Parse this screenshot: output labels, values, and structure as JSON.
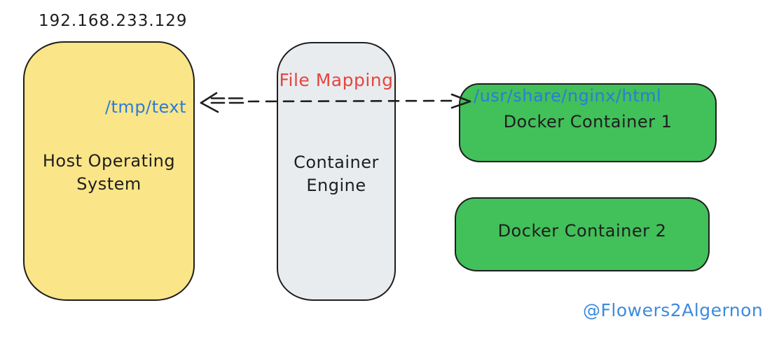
{
  "colors": {
    "ink": "#1e1e1e",
    "background": "#ffffff",
    "host_fill": "#fae588",
    "engine_fill": "#e9ecef",
    "container_fill": "#42c05a",
    "path_blue": "#2b7cd9",
    "mapping_red": "#e5453f",
    "attribution_blue": "#3d8bdc"
  },
  "diagram": {
    "host_ip": "192.168.233.129",
    "host": {
      "title": "Host Operating\nSystem",
      "mount_path": "/tmp/text"
    },
    "engine": {
      "title": "Container\nEngine",
      "arrow_label": "File Mapping"
    },
    "containers": [
      {
        "label": "Docker Container 1",
        "mount_path": "/usr/share/nginx/html"
      },
      {
        "label": "Docker Container 2"
      }
    ],
    "arrow": {
      "style": "dashed",
      "heads": "both",
      "from": "/tmp/text",
      "to": "/usr/share/nginx/html"
    },
    "attribution": "@Flowers2Algernon"
  }
}
